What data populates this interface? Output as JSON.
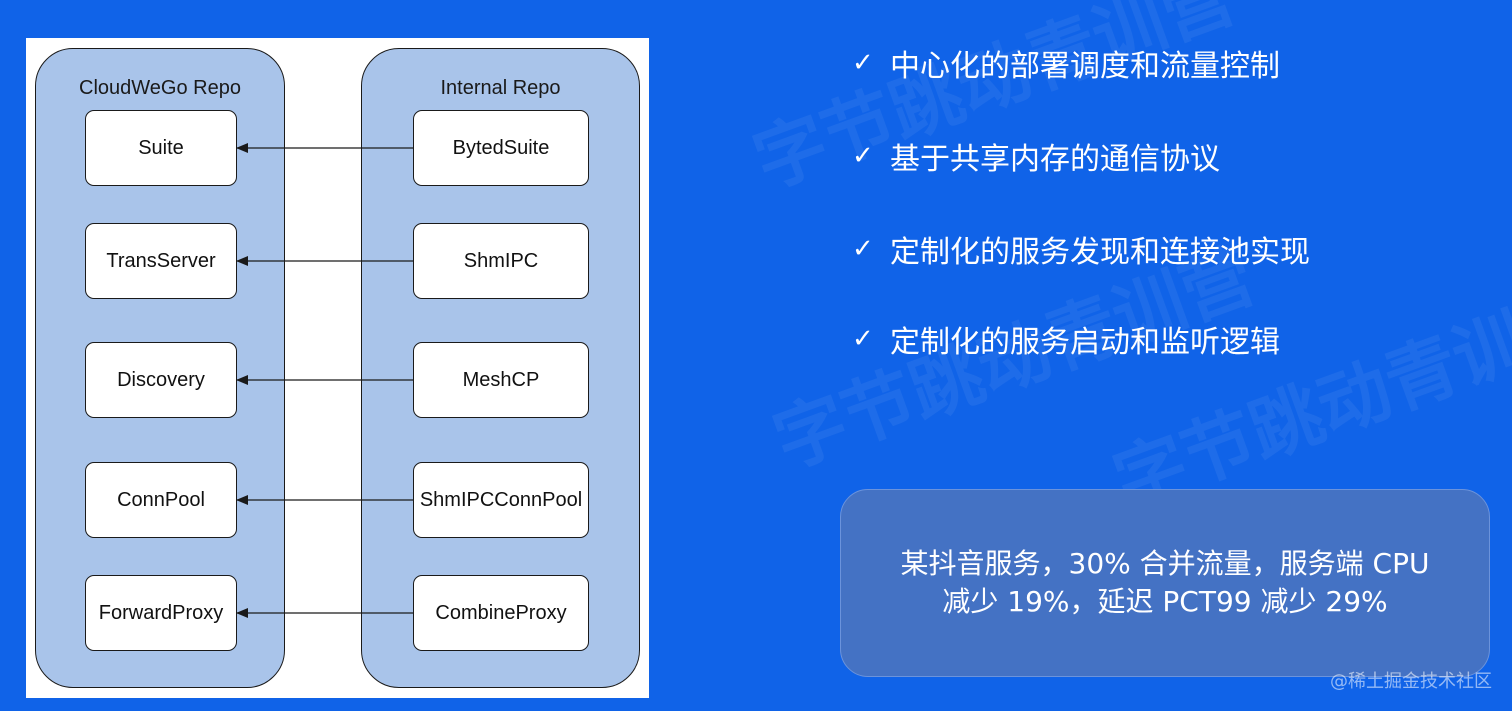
{
  "diagram": {
    "left_repo_title": "CloudWeGo Repo",
    "right_repo_title": "Internal Repo",
    "left_components": [
      "Suite",
      "TransServer",
      "Discovery",
      "ConnPool",
      "ForwardProxy"
    ],
    "right_components": [
      "BytedSuite",
      "ShmIPC",
      "MeshCP",
      "ShmIPCConnPool",
      "CombineProxy"
    ]
  },
  "bullets": [
    "中心化的部署调度和流量控制",
    "基于共享内存的通信协议",
    "定制化的服务发现和连接池实现",
    "定制化的服务启动和监听逻辑"
  ],
  "check_glyph": "✓",
  "callout": {
    "line1": "某抖音服务，30% 合并流量，服务端 CPU",
    "line2": "减少 19%，延迟 PCT99 减少 29%"
  },
  "watermark": {
    "background_text": "字节跳动青训营",
    "credit": "@稀土掘金技术社区"
  },
  "colors": {
    "background": "#1063e8",
    "repo_fill": "#a9c4ea",
    "callout_fill": "#4472c4"
  }
}
